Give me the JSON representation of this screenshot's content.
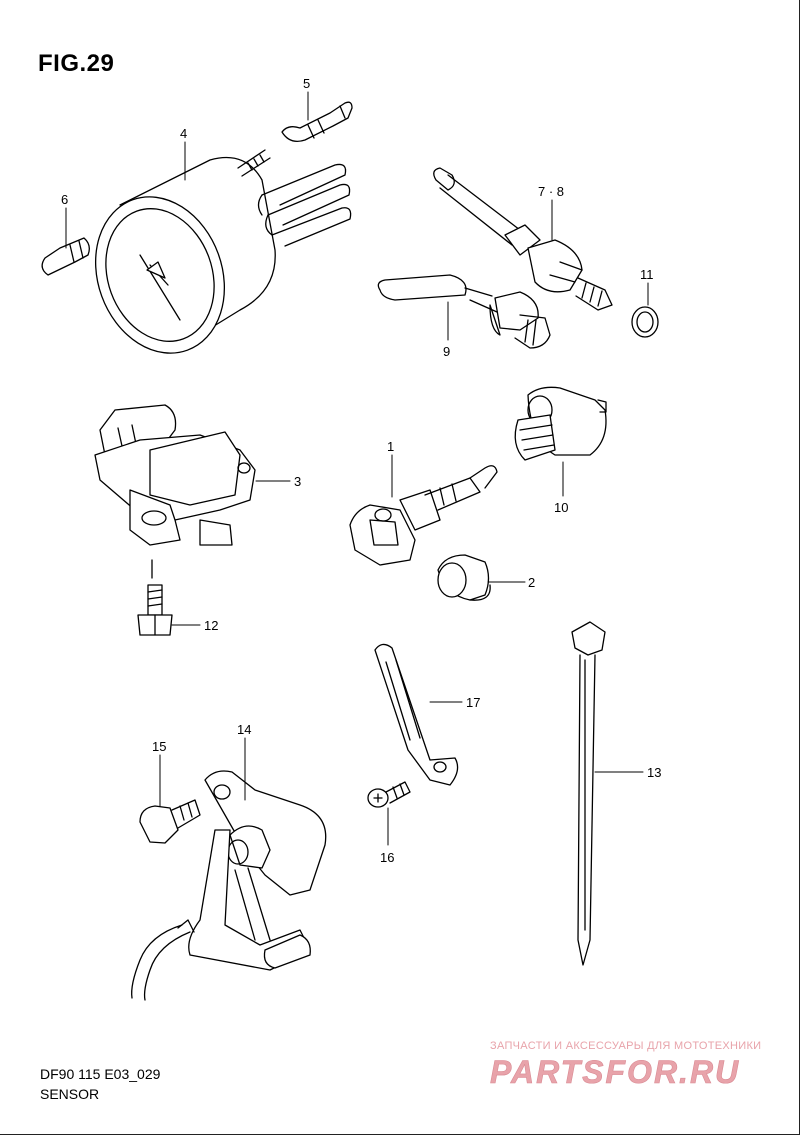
{
  "figure": {
    "title": "FIG.29",
    "model_code": "DF90 115 E03_029",
    "section_name": "SENSOR"
  },
  "callouts": [
    "1",
    "2",
    "3",
    "4",
    "5",
    "6",
    "7 · 8",
    "9",
    "10",
    "11",
    "12",
    "13",
    "14",
    "15",
    "16",
    "17"
  ],
  "watermark": {
    "tagline": "ЗАПЧАСТИ И АКСЕССУАРЫ ДЛЯ МОТОТЕХНИКИ",
    "brand": "PARTSFOR.RU",
    "color": "#e8a3aa"
  },
  "colors": {
    "line": "#000000",
    "background": "#ffffff"
  }
}
